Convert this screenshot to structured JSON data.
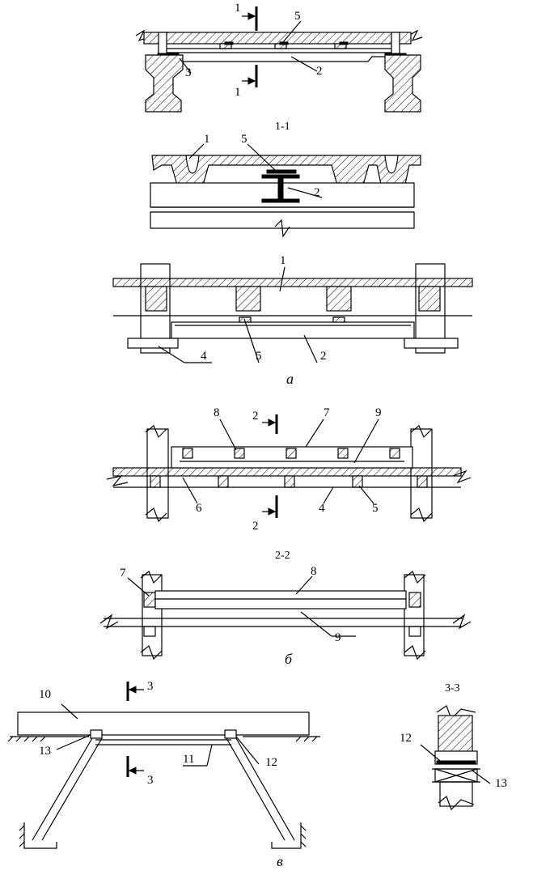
{
  "labels": {
    "n1": "1",
    "n2": "2",
    "n3": "3",
    "n4": "4",
    "n5": "5",
    "n6": "6",
    "n7": "7",
    "n8": "8",
    "n9": "9",
    "n10": "10",
    "n11": "11",
    "n12": "12",
    "n13": "13"
  },
  "sections": {
    "s1": "1-1",
    "s2": "2-2",
    "s3": "3-3"
  },
  "captions": {
    "a": "а",
    "b": "б",
    "v": "в"
  }
}
